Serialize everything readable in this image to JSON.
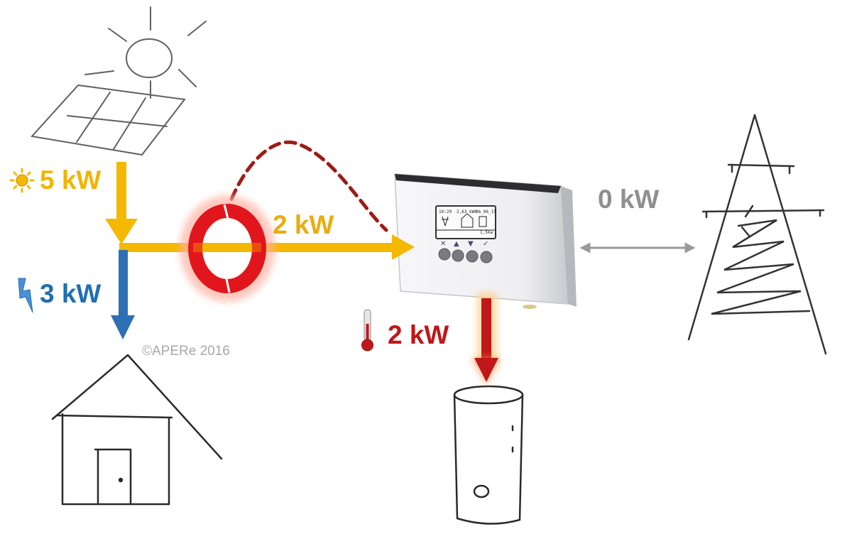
{
  "labels": {
    "solar_power": "5 kW",
    "house_consumption": "3 kW",
    "heater_power": "2 kW",
    "surplus_flow": "2 kW",
    "grid_exchange": "0 kW"
  },
  "copyright": "©APERe 2016",
  "controller_display": {
    "time": "10:29",
    "energy": "2,63 kWh",
    "date": "06_06_15",
    "power": "1,5kw"
  },
  "colors": {
    "solar": "#f2b400",
    "house": "#1f6fb4",
    "heater": "#c0171a",
    "grid": "#8f8f8f"
  },
  "icons": {
    "solar": "sun-icon",
    "house": "lightning-icon",
    "heater": "thermometer-icon"
  }
}
